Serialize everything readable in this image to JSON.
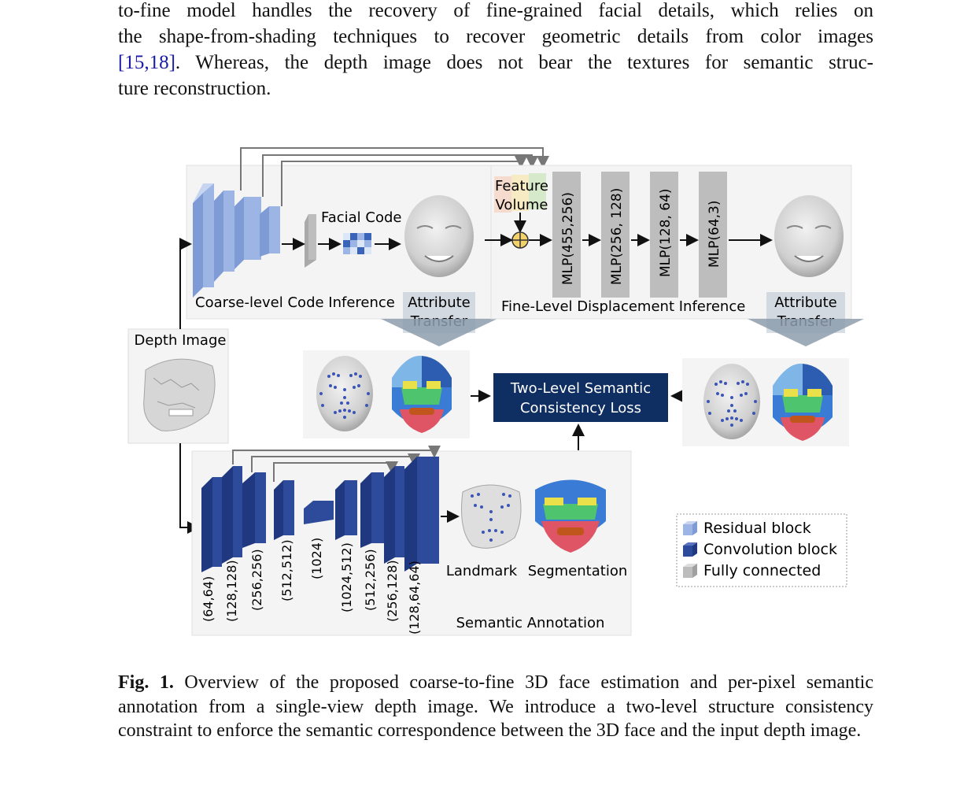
{
  "intro": {
    "line1": "to-fine model handles the recovery of fine-grained facial details, which relies on",
    "line2": "the shape-from-shading techniques to recover geometric details from color images",
    "cite_open": "[",
    "cite_a": "15",
    "cite_sep": ",",
    "cite_b": "18",
    "cite_close": "]",
    "line3_rest": ". Whereas, the depth image does not bear the textures for semantic struc-",
    "line4": "ture reconstruction."
  },
  "figure": {
    "coarse_title": "Coarse-level Code Inference",
    "facial_code": "Facial Code",
    "attr_transfer_1a": "Attribute",
    "attr_transfer_1b": "Transfer",
    "feature_volume_a": "Feature",
    "feature_volume_b": "Volume",
    "mlp1": "MLP(455,256)",
    "mlp2": "MLP(256, 128)",
    "mlp3": "MLP(128, 64)",
    "mlp4": "MLP(64,3)",
    "fine_title": "Fine-Level Displacement Inference",
    "attr_transfer_2a": "Attribute",
    "attr_transfer_2b": "Transfer",
    "depth_image": "Depth Image",
    "loss_a": "Two-Level Semantic",
    "loss_b": "Consistency Loss",
    "unet_labels": [
      "(64,64)",
      "(128,128)",
      "(256,256)",
      "(512,512)",
      "(1024)",
      "(1024,512)",
      "(512,256)",
      "(256,128)",
      "(128,64,64)"
    ],
    "landmark": "Landmark",
    "segmentation": "Segmentation",
    "semantic_annotation": "Semantic Annotation",
    "legend": {
      "residual": "Residual block",
      "convolution": "Convolution block",
      "fully": "Fully connected"
    },
    "colors": {
      "residual": "#9db5e4",
      "convolution": "#2e4a9a",
      "fully": "#bdbdbd",
      "loss_box": "#0f2e62"
    }
  },
  "caption": {
    "label": "Fig. 1.",
    "text": "Overview of the proposed coarse-to-fine 3D face estimation and per-pixel semantic annotation from a single-view depth image. We introduce a two-level structure consistency constraint to enforce the semantic correspondence between the 3D face and the input depth image."
  }
}
